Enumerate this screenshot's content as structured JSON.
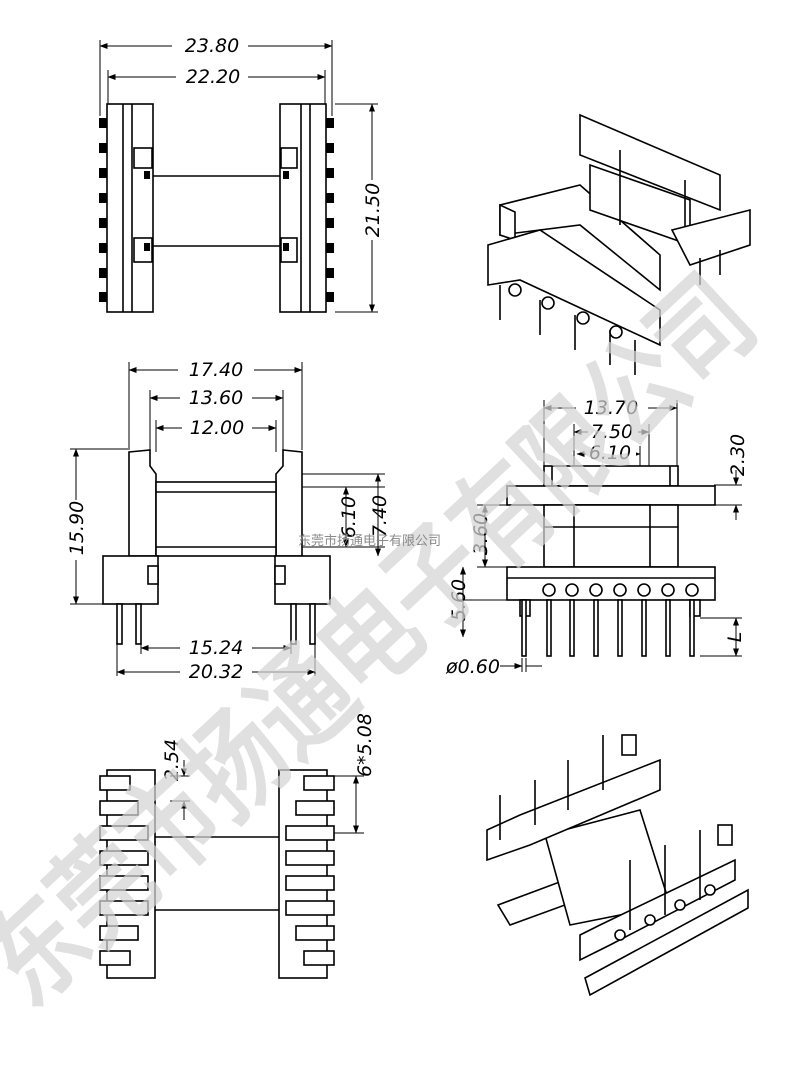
{
  "dimensions": {
    "top_overall_width": "23.80",
    "top_inner_width": "22.20",
    "top_height": "21.50",
    "side_flange_width": "17.40",
    "side_inner_width": "13.60",
    "side_core_width": "12.00",
    "side_total_height": "15.90",
    "side_window_height": "6.10",
    "side_flange_height": "7.40",
    "pin_row_spacing": "15.24",
    "pin_outer_span": "20.32",
    "front_overall_width": "13.70",
    "front_mid_width": "7.50",
    "front_core_width": "6.10",
    "front_top_height": "2.30",
    "front_window_height": "3.60",
    "front_base_height": "5.60",
    "pin_length_label": "L",
    "pin_diameter": "ø0.60",
    "pin_pitch": "2.54",
    "pin_pitch_total": "6*5.08"
  },
  "watermark": {
    "main": "东莞市扬通电子有限公司",
    "small": "东莞市扬通电子有限公司"
  }
}
